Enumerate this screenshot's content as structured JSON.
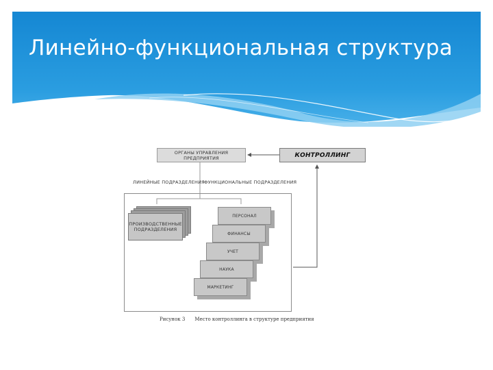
{
  "slide": {
    "title": "Линейно-функциональная структура"
  },
  "diagram": {
    "top_left_box": "ОРГАНЫ УПРАВЛЕНИЯ ПРЕДПРИЯТИЯ",
    "controlling_box": "КОНТРОЛЛИНГ",
    "label_line_units": "ЛИНЕЙНЫЕ ПОДРАЗДЕЛЕНИЯ",
    "label_func_units": "ФУНКЦИОНАЛЬНЫЕ ПОДРАЗДЕЛЕНИЯ",
    "production_units": "ПРОИЗВОДСТВЕННЫЕ ПОДРАЗДЕЛЕНИЯ",
    "functional_units": [
      "ПЕРСОНАЛ",
      "ФИНАНСЫ",
      "УЧЕТ",
      "НАУКА",
      "МАРКЕТИНГ"
    ],
    "caption_number": "Рисунок 3",
    "caption_text": "Место контроллинга в структуре предприятия"
  },
  "colors": {
    "header_blue": "#1a8fd8",
    "header_light": "#5ab8ec"
  }
}
